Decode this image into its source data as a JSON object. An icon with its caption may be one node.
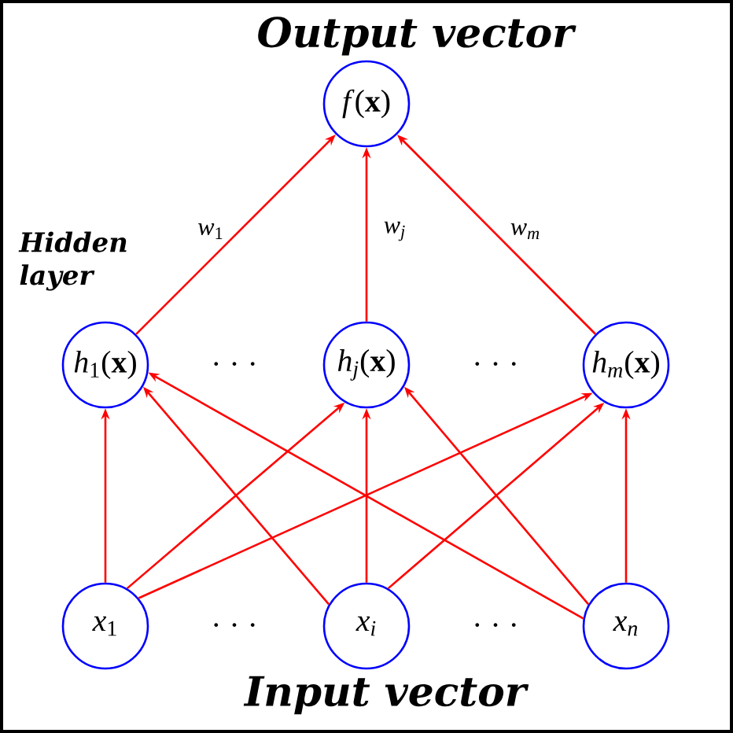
{
  "diagram": {
    "nodes": [
      {
        "text": [
          "*f*(**x**)"
        ]
      },
      {
        "text": [
          "*h*$_{1}$(**x**)"
        ]
      },
      {
        "text": [
          "*h$_{j}$*(**x**)"
        ]
      },
      {
        "text": [
          "*h$_{m}$*(**x**)"
        ]
      },
      {
        "text": [
          "*x*$_{1}$"
        ]
      },
      {
        "text": [
          "*x$_{i}$*"
        ]
      },
      {
        "text": [
          "*x$_{n}$*"
        ]
      }
    ],
    "edges": [
      {
        "from": 1,
        "to": 0,
        "arrow": "to",
        "label": "*w*$_{1}$"
      },
      {
        "from": 2,
        "to": 0,
        "arrow": "to",
        "label": "*w$_{j}$*"
      },
      {
        "from": 3,
        "to": 0,
        "arrow": "to",
        "label": "*w$_{m}$*"
      },
      {
        "from": 4,
        "to": 1,
        "arrow": "to"
      },
      {
        "from": 4,
        "to": 2,
        "arrow": "to"
      },
      {
        "from": 4,
        "to": 3,
        "arrow": "to"
      },
      {
        "from": 5,
        "to": 1,
        "arrow": "to"
      },
      {
        "from": 5,
        "to": 2,
        "arrow": "to"
      },
      {
        "from": 5,
        "to": 3,
        "arrow": "to"
      },
      {
        "from": 6,
        "to": 1,
        "arrow": "to"
      },
      {
        "from": 6,
        "to": 2,
        "arrow": "to"
      },
      {
        "from": 6,
        "to": 3,
        "arrow": "to"
      }
    ],
    "labels": [
      "Output vector",
      "Hidden layer",
      "· · ·",
      "· · ·",
      "· · ·",
      "· · ·",
      "Input vector"
    ]
  }
}
